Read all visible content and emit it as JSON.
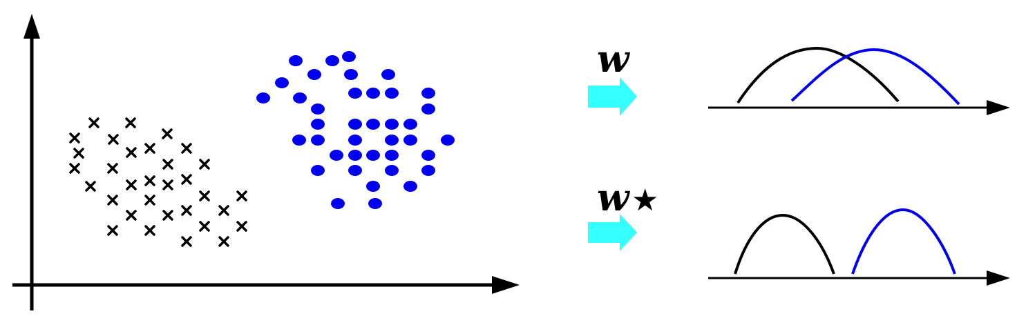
{
  "labels": {
    "projection": "w",
    "optimal_projection": "w",
    "optimal_marker": "★"
  },
  "colors": {
    "class_x": "#000000",
    "class_dot": "#0000ee",
    "arrow_fill": "#33ffff",
    "axis": "#000000"
  },
  "icons": [
    "x-marker",
    "dot-marker",
    "right-arrow"
  ]
}
